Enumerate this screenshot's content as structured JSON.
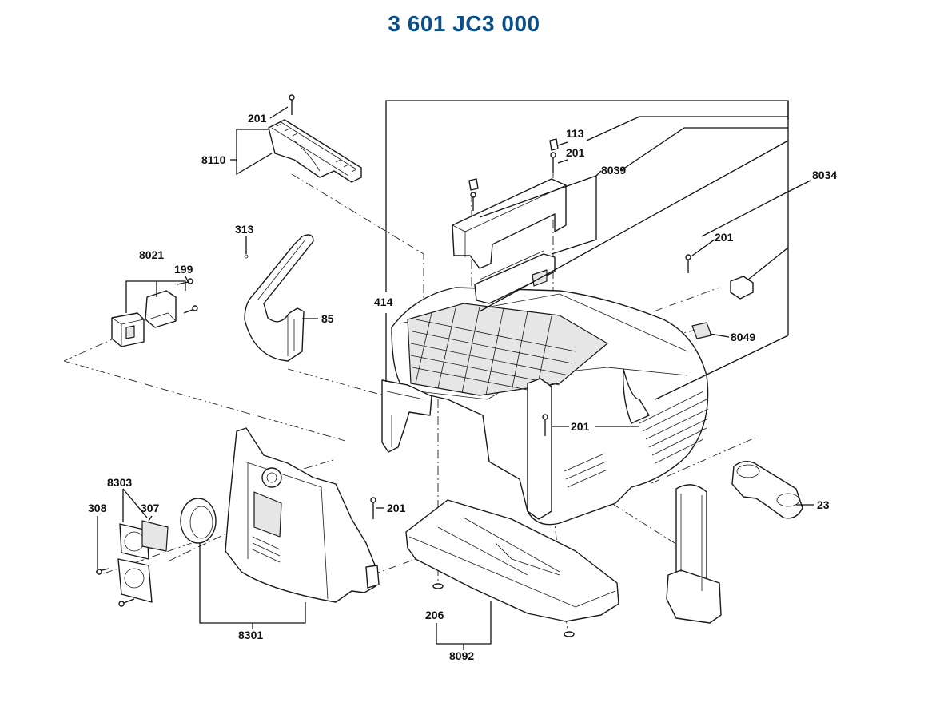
{
  "title": "3 601 JC3 000",
  "colors": {
    "title": "#0b4f8a",
    "ink": "#111111"
  },
  "labels": {
    "l201a": "201",
    "l8110": "8110",
    "l313": "313",
    "l8021": "8021",
    "l199": "199",
    "l85": "85",
    "l414": "414",
    "l113": "113",
    "l201b": "201",
    "l8039": "8039",
    "l8034": "8034",
    "l201c": "201",
    "l8049": "8049",
    "l201d": "201",
    "l8303": "8303",
    "l308": "308",
    "l307": "307",
    "l201e": "201",
    "l23": "23",
    "l8301": "8301",
    "l206": "206",
    "l8092": "8092"
  }
}
